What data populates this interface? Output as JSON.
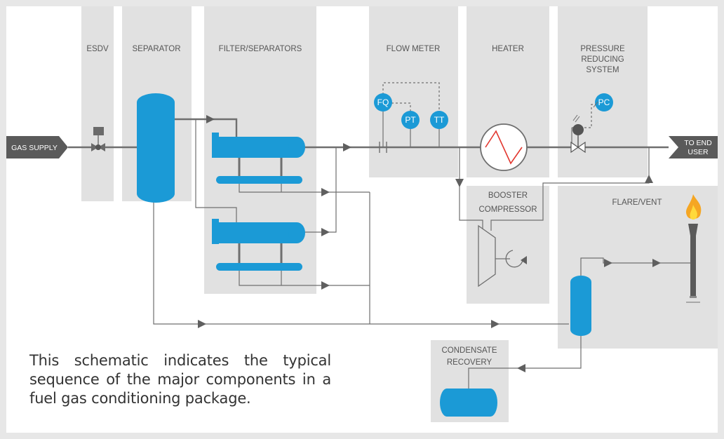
{
  "sections": {
    "esdv": "ESDV",
    "separator": "SEPARATOR",
    "filter_separators": "FILTER/SEPARATORS",
    "flow_meter": "FLOW METER",
    "heater": "HEATER",
    "pressure_reducing": [
      "PRESSURE",
      "REDUCING",
      "SYSTEM"
    ],
    "booster_compressor": [
      "BOOSTER",
      "COMPRESSOR"
    ],
    "flare_vent": "FLARE/VENT",
    "condensate_recovery": [
      "CONDENSATE",
      "RECOVERY"
    ]
  },
  "io": {
    "inlet": "GAS SUPPLY",
    "outlet": [
      "TO END",
      "USER"
    ]
  },
  "instruments": {
    "fq": "FQ",
    "pt": "PT",
    "tt": "TT",
    "pc": "PC"
  },
  "caption": "This schematic indicates the typical sequence of the major components in a  fuel gas conditioning package.",
  "colors": {
    "panel": "#e1e1e1",
    "equipment": "#1b9ad6",
    "pipe": "#6f6f6f",
    "arrow_tag": "#5a5a5a"
  }
}
